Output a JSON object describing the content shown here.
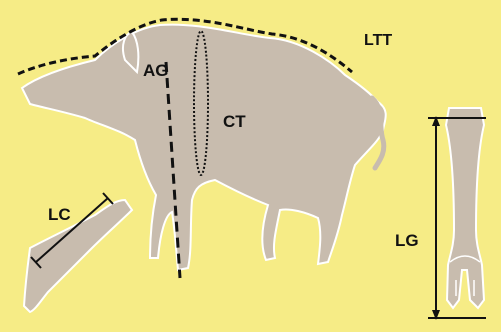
{
  "labels": {
    "ltt": "LTT",
    "ag": "AG",
    "ct": "CT",
    "lc": "LC",
    "lg": "LG"
  },
  "colors": {
    "background": "#f6ec86",
    "silhouette": "#c8bcae",
    "outline": "#ffffff",
    "ink": "#111111"
  }
}
